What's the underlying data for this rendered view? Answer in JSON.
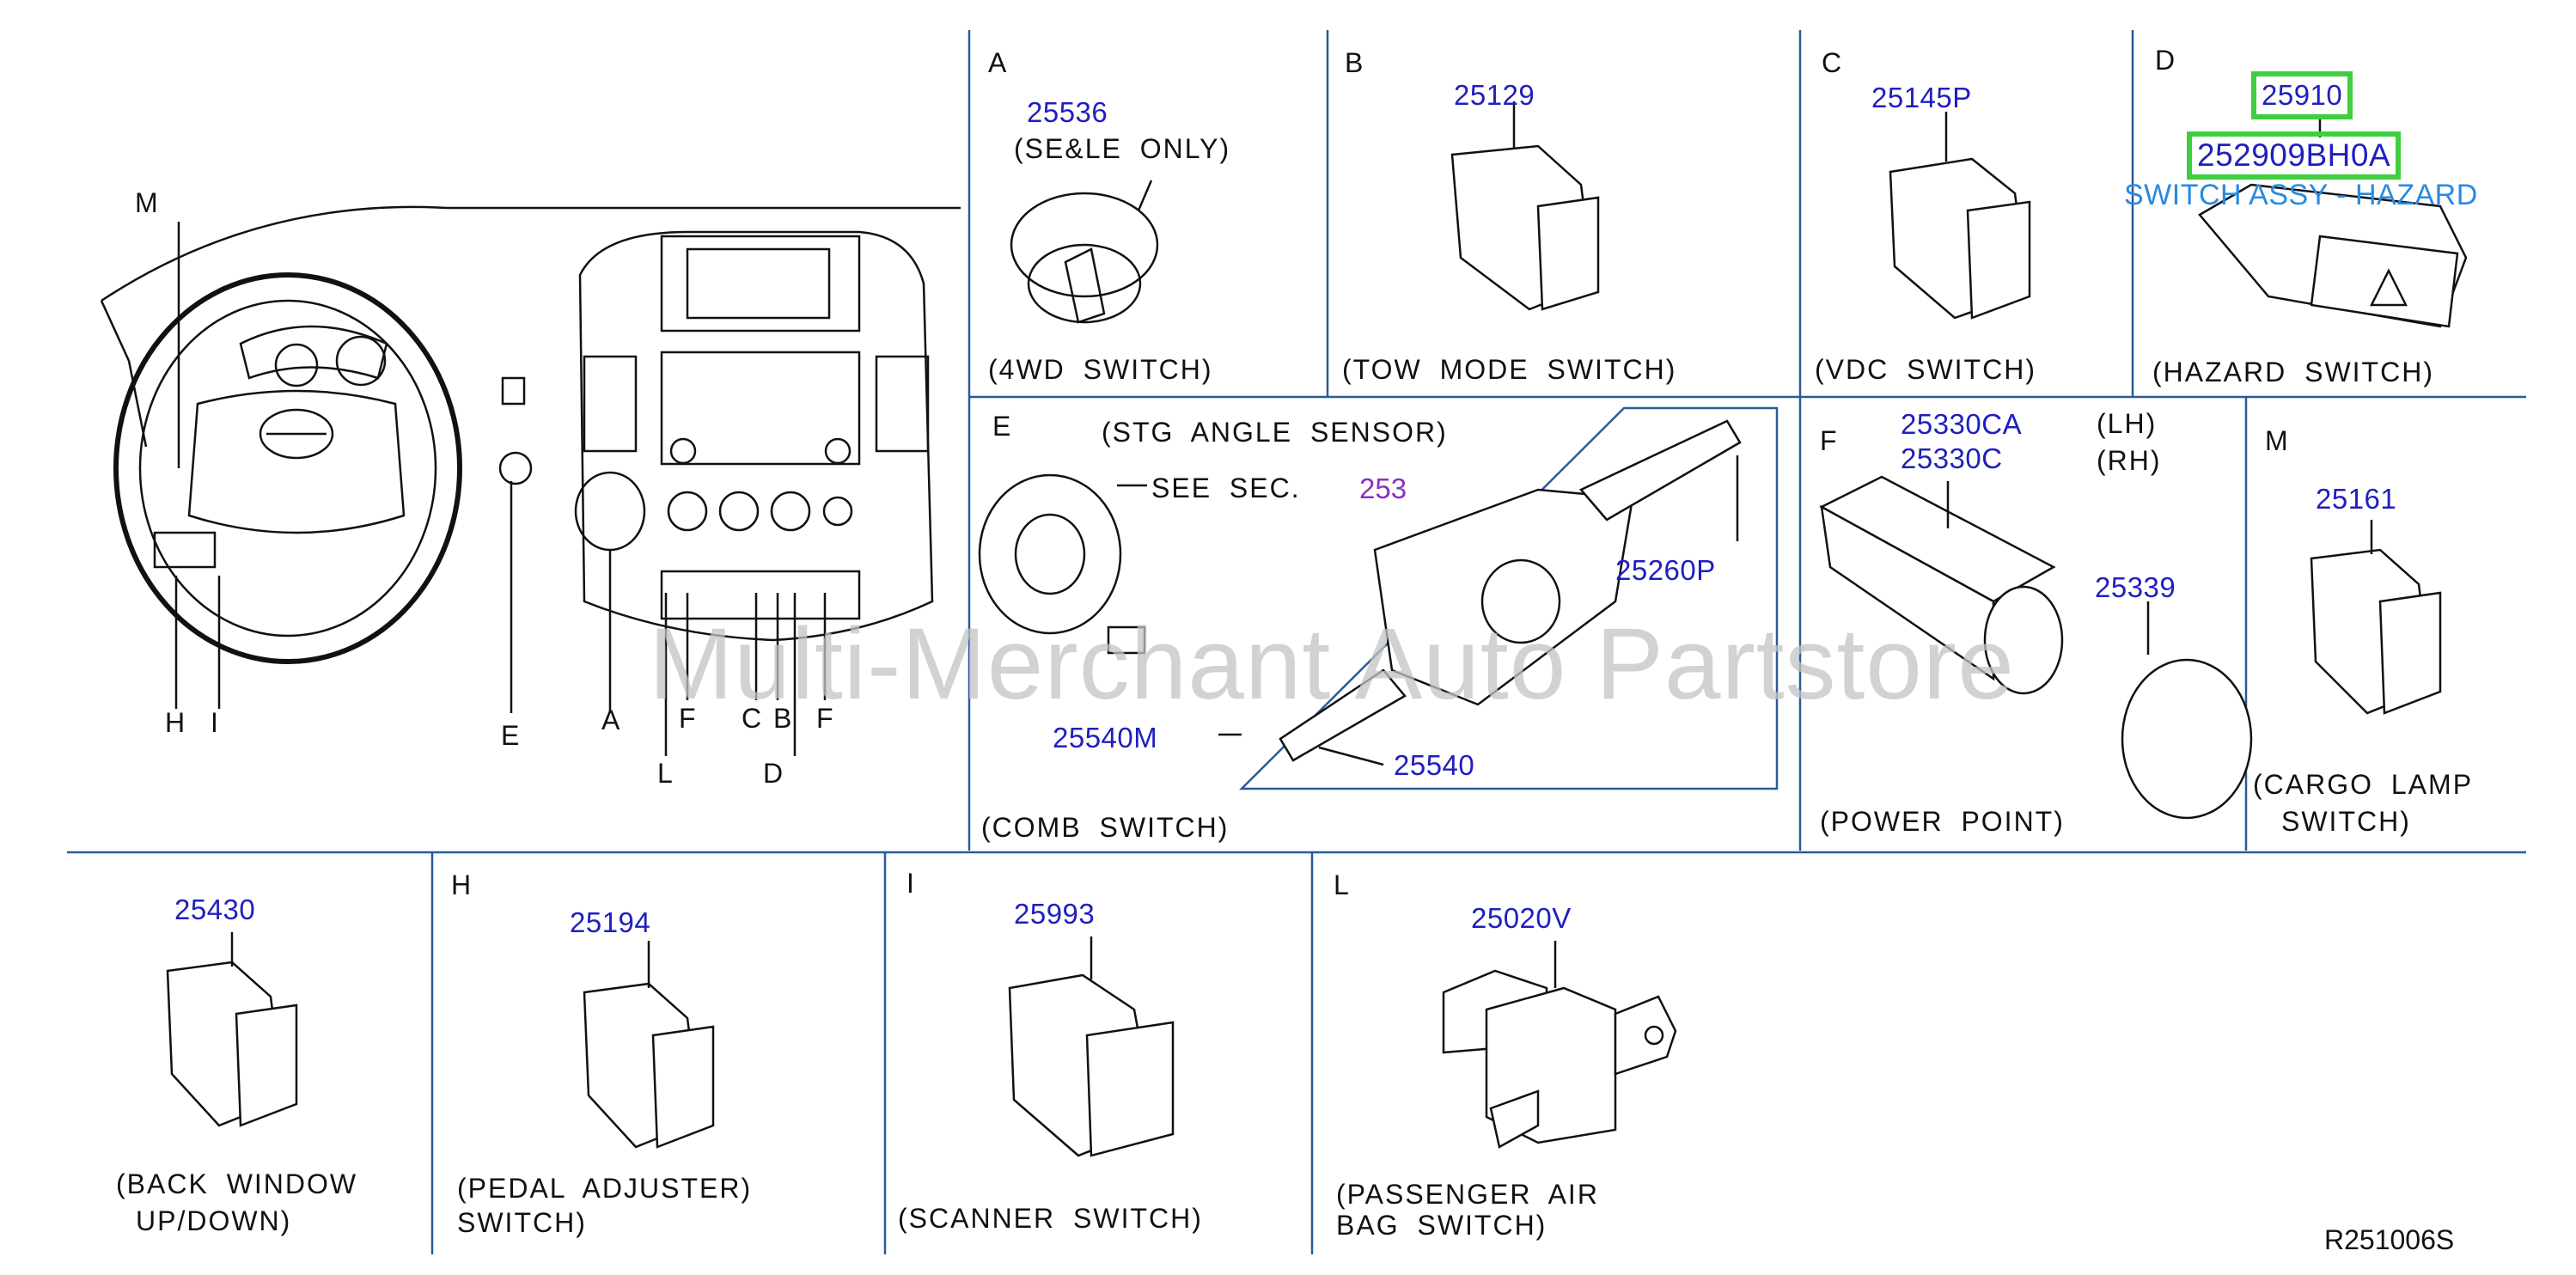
{
  "colors": {
    "part_number": "#1f1fbf",
    "highlight": "#3ecf3e",
    "link_blue": "#2a8ae0",
    "section_ref": "#8a2fbf",
    "grid_line": "#2a5a99",
    "watermark": "#c4c4c4"
  },
  "overview_labels": {
    "M": "M",
    "H": "H",
    "I": "I",
    "E": "E",
    "A": "A",
    "L": "L",
    "F1": "F",
    "C": "C",
    "B": "B",
    "D": "D",
    "F2": "F"
  },
  "panels": {
    "A": {
      "letter": "A",
      "part": "25536",
      "note": "(SE&LE  ONLY)",
      "caption": "(4WD  SWITCH)"
    },
    "B": {
      "letter": "B",
      "part": "25129",
      "caption": "(TOW  MODE  SWITCH)"
    },
    "C": {
      "letter": "C",
      "part": "25145P",
      "caption": "(VDC  SWITCH)"
    },
    "D": {
      "letter": "D",
      "part": "25910",
      "part2": "252909BH0A",
      "desc": "SWITCH ASSY - HAZARD",
      "caption": "(HAZARD  SWITCH)"
    },
    "E": {
      "letter": "E",
      "sensor": "(STG  ANGLE  SENSOR)",
      "see_sec": "SEE  SEC.",
      "sec_number": "253",
      "part_260p": "25260P",
      "part_540m": "25540M",
      "part_540": "25540",
      "caption": "(COMB  SWITCH)"
    },
    "F": {
      "letter": "F",
      "part_ca": "25330CA",
      "part_c": "25330C",
      "lh": "(LH)",
      "rh": "(RH)",
      "part_339": "25339",
      "caption": "(POWER  POINT)"
    },
    "M": {
      "letter": "M",
      "part": "25161",
      "caption1": "(CARGO  LAMP",
      "caption2": "SWITCH)"
    },
    "G": {
      "part": "25430",
      "caption1": "(BACK  WINDOW",
      "caption2": "UP/DOWN)"
    },
    "H": {
      "letter": "H",
      "part": "25194",
      "caption1": "(PEDAL  ADJUSTER)",
      "caption2": "SWITCH)"
    },
    "I": {
      "letter": "I",
      "part": "25993",
      "caption": "(SCANNER  SWITCH)"
    },
    "L": {
      "letter": "L",
      "part": "25020V",
      "caption1": "(PASSENGER  AIR",
      "caption2": "BAG  SWITCH)"
    }
  },
  "watermark": "Multi-Merchant Auto Partstore",
  "diagram_ref": "R251006S"
}
